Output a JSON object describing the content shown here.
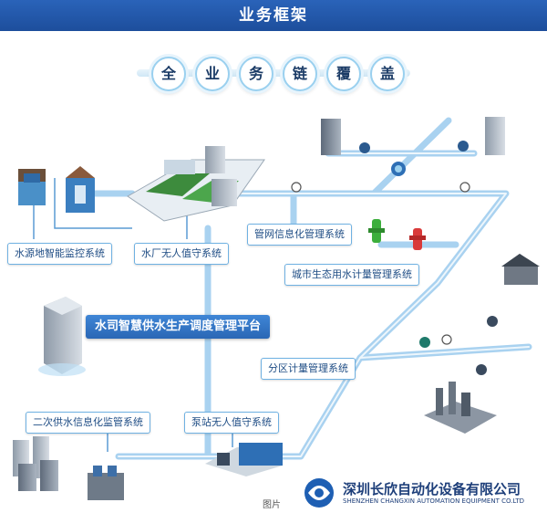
{
  "header": {
    "title": "业务框架"
  },
  "coverage": {
    "chars": [
      "全",
      "业",
      "务",
      "链",
      "覆",
      "盖"
    ]
  },
  "labels": {
    "water_source": "水源地智能监控系统",
    "water_plant": "水厂无人值守系统",
    "pipe_network": "管网信息化管理系统",
    "city_metering": "城市生态用水计量管理系统",
    "platform": "水司智慧供水生产调度管理平台",
    "district_metering": "分区计量管理系统",
    "secondary_supply": "二次供水信息化监管系统",
    "pump_station": "泵站无人值守系统"
  },
  "footer": {
    "caption": "图片",
    "company_cn": "深圳长欣自动化设备有限公司",
    "company_en": "SHENZHEN CHANGXIN AUTOMATION EQUIPMENT CO.LTD"
  },
  "colors": {
    "banner": "#1d4e9c",
    "pipe": "#9cc9ec",
    "label_border": "#6fb1e2",
    "platform": "#2a67b5",
    "brand": "#1e3f7a"
  }
}
